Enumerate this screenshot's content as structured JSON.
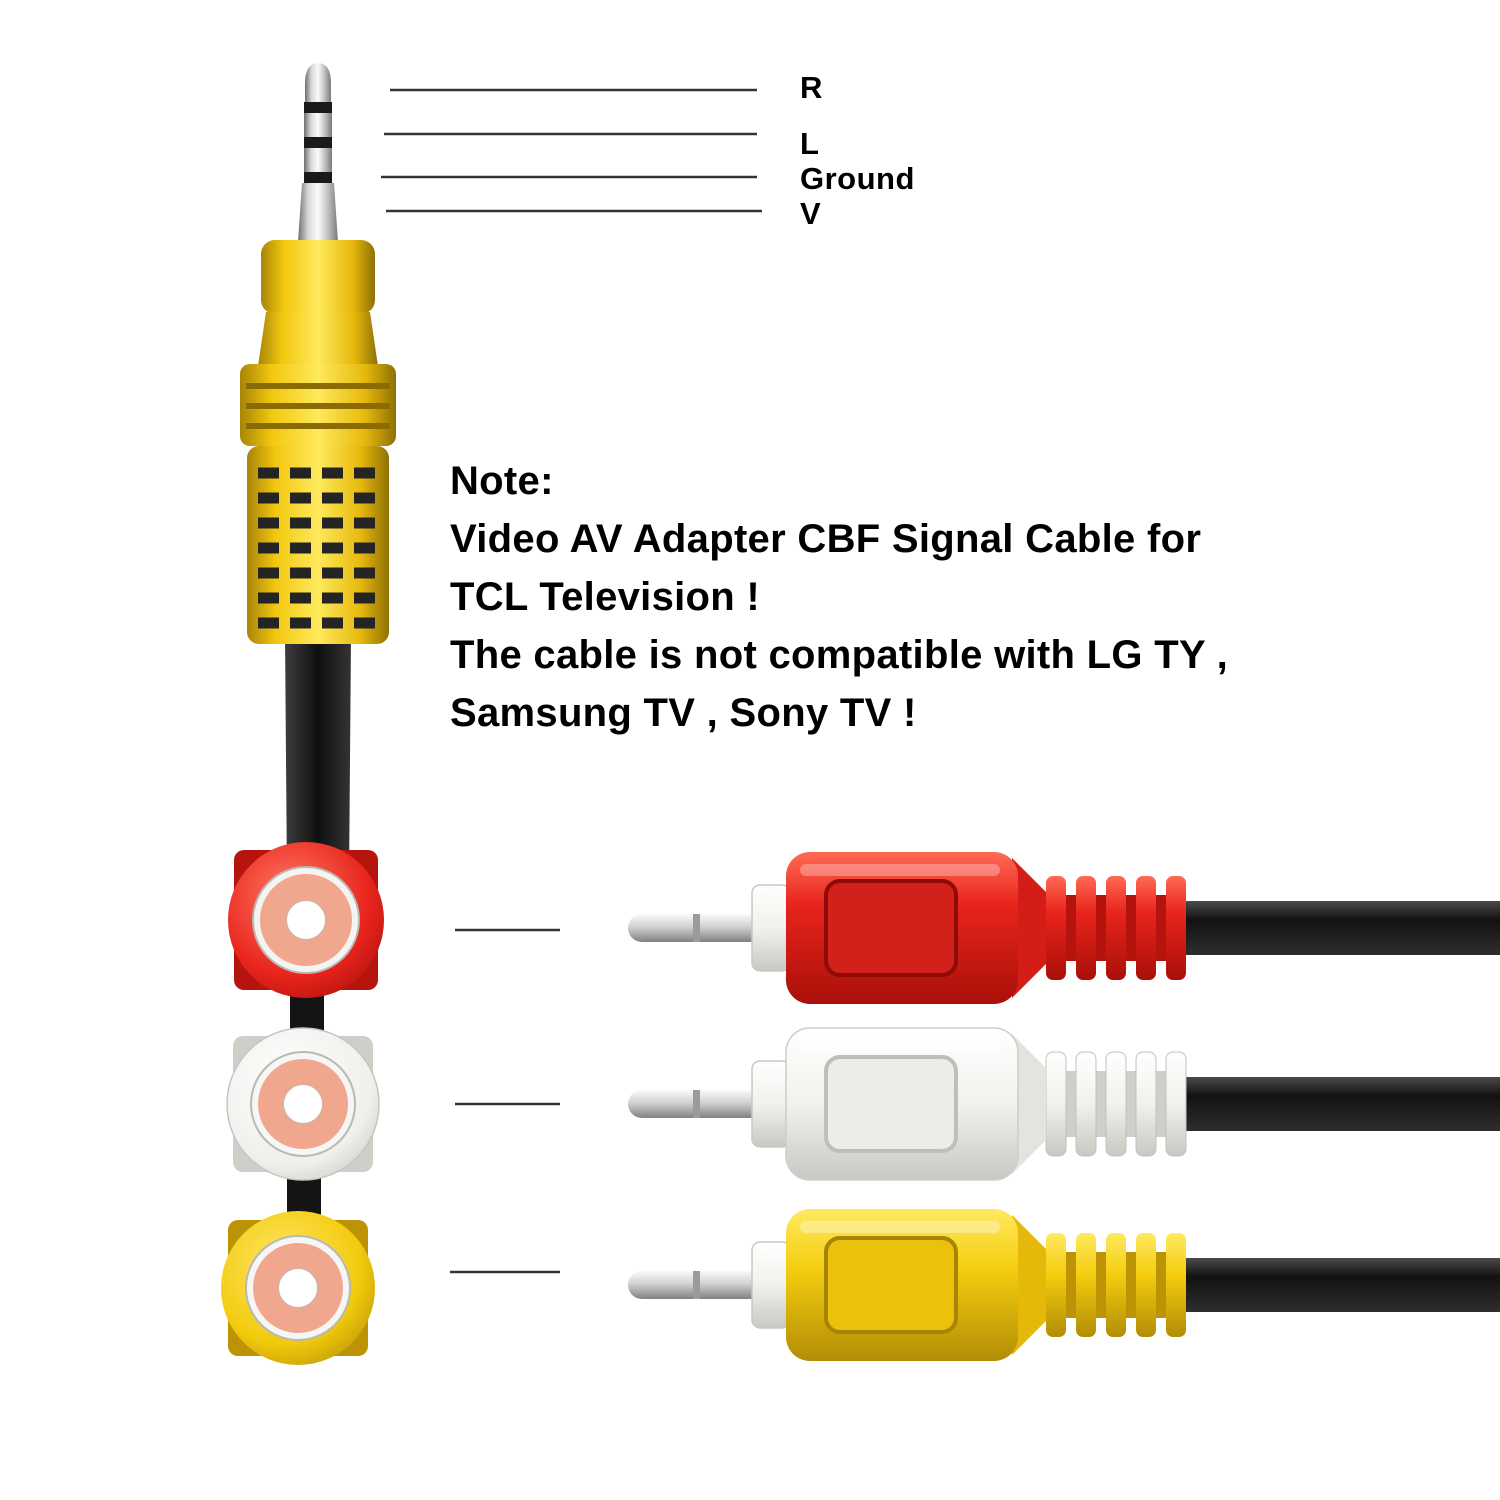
{
  "pin_labels": [
    {
      "label": "R"
    },
    {
      "label": "L"
    },
    {
      "label": "Ground"
    },
    {
      "label": "V"
    }
  ],
  "note": {
    "title": "Note:",
    "lines": [
      "Video AV Adapter CBF Signal Cable for",
      "TCL Television !",
      "The cable is not compatible with LG TY ,",
      "Samsung TV , Sony TV !"
    ]
  },
  "connectors": {
    "jack_plug": {
      "name": "3.5mm TRRS jack plug",
      "color": "#f2ca0c"
    },
    "rca_female": [
      {
        "name": "RCA female jack red",
        "color": "#e8241c"
      },
      {
        "name": "RCA female jack white",
        "color": "#f1f1ed"
      },
      {
        "name": "RCA female jack yellow",
        "color": "#f2ca0c"
      }
    ],
    "rca_male": [
      {
        "name": "RCA male plug red",
        "color": "#e8241c"
      },
      {
        "name": "RCA male plug white",
        "color": "#f1f1ed"
      },
      {
        "name": "RCA male plug yellow",
        "color": "#f2ca0c"
      }
    ]
  },
  "colors": {
    "cable": "#141414",
    "callout_line": "#333333",
    "connector_face": "#f0a78e",
    "metal": "#c9c9c9"
  }
}
